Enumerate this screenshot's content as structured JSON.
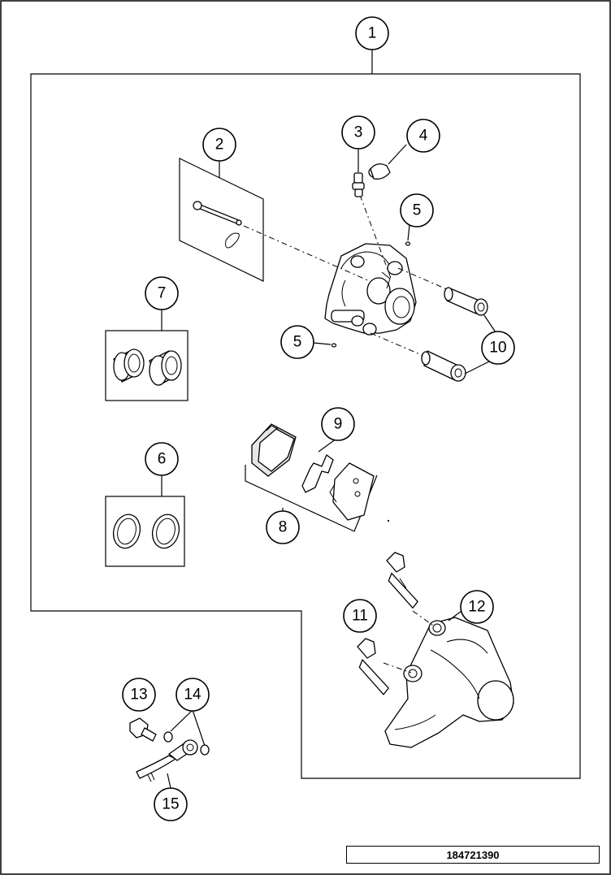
{
  "callouts": [
    {
      "id": "c1",
      "label": "1"
    },
    {
      "id": "c2",
      "label": "2"
    },
    {
      "id": "c3",
      "label": "3"
    },
    {
      "id": "c4",
      "label": "4"
    },
    {
      "id": "c5a",
      "label": "5"
    },
    {
      "id": "c5b",
      "label": "5"
    },
    {
      "id": "c6",
      "label": "6"
    },
    {
      "id": "c7",
      "label": "7"
    },
    {
      "id": "c8",
      "label": "8"
    },
    {
      "id": "c9",
      "label": "9"
    },
    {
      "id": "c10",
      "label": "10"
    },
    {
      "id": "c11",
      "label": "11"
    },
    {
      "id": "c12",
      "label": "12"
    },
    {
      "id": "c13",
      "label": "13"
    },
    {
      "id": "c14",
      "label": "14"
    },
    {
      "id": "c15",
      "label": "15"
    }
  ],
  "reference_number": "184721390"
}
